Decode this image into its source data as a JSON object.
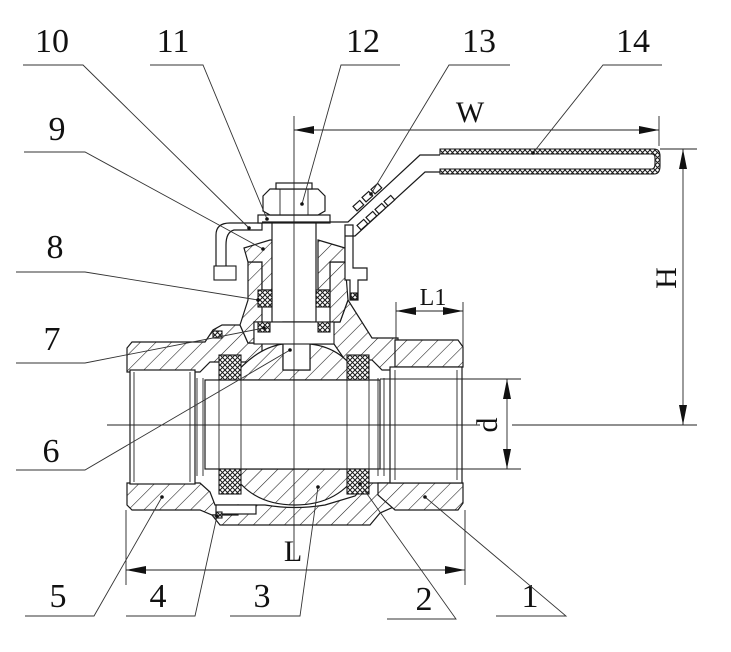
{
  "diagram": {
    "type": "ball-valve-cross-section",
    "callouts": [
      {
        "number": "1"
      },
      {
        "number": "2"
      },
      {
        "number": "3"
      },
      {
        "number": "4"
      },
      {
        "number": "5"
      },
      {
        "number": "6"
      },
      {
        "number": "7"
      },
      {
        "number": "8"
      },
      {
        "number": "9"
      },
      {
        "number": "10"
      },
      {
        "number": "11"
      },
      {
        "number": "12"
      },
      {
        "number": "13"
      },
      {
        "number": "14"
      }
    ],
    "dimensions": {
      "W": "W",
      "H": "H",
      "L": "L",
      "L1": "L1",
      "d": "d"
    },
    "colors": {
      "line": "#1a1a1a",
      "background": "#ffffff"
    }
  }
}
